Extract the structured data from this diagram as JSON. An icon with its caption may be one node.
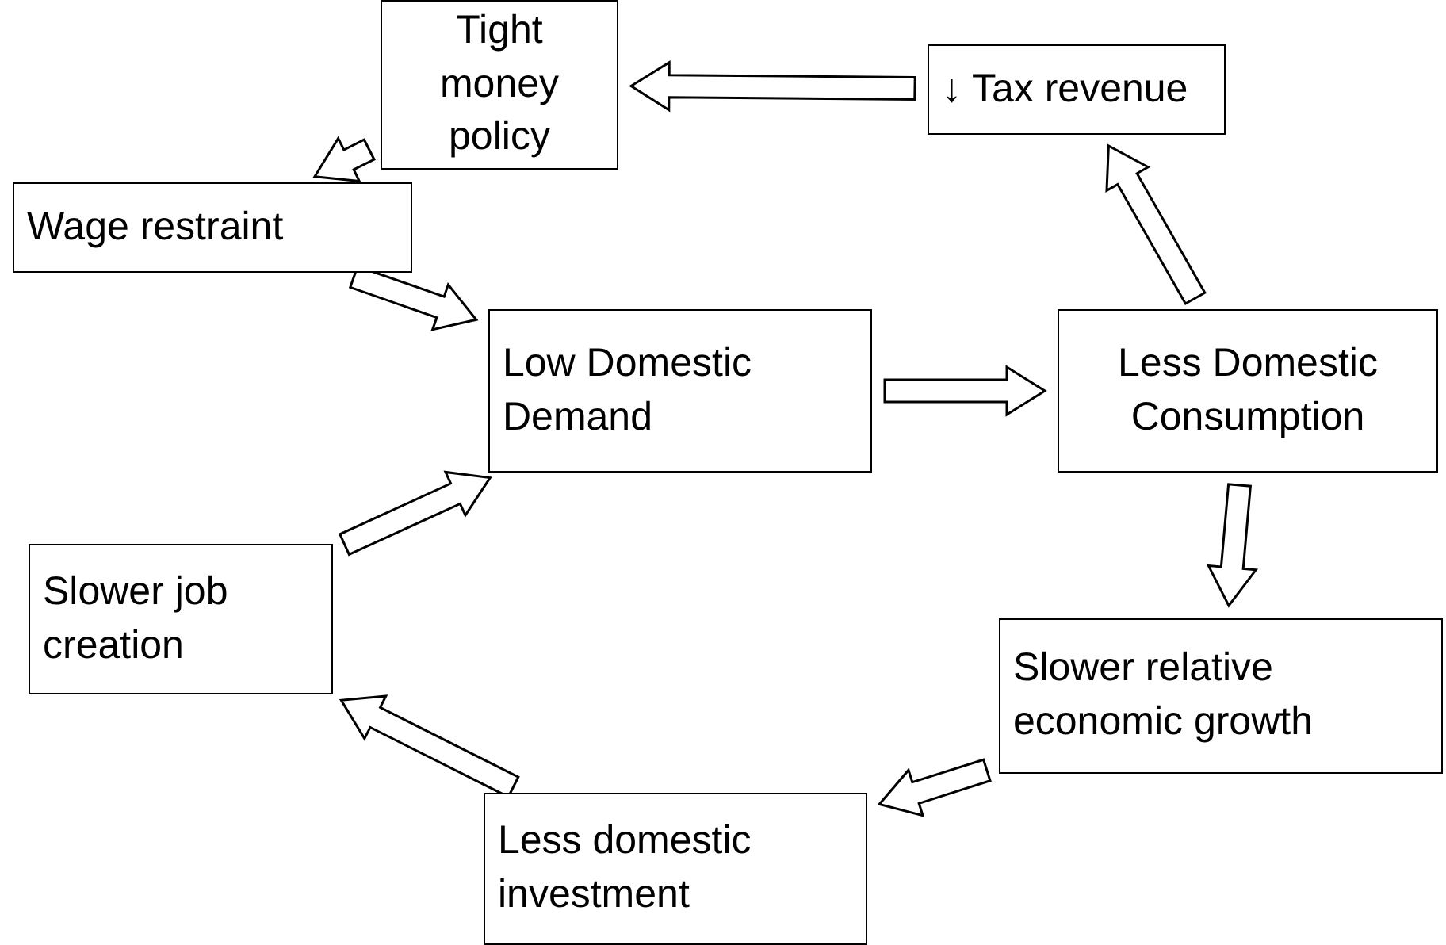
{
  "diagram": {
    "nodes": [
      {
        "text": [
          "Tight money policy"
        ]
      },
      {
        "text": [
          "↓ Tax revenue"
        ]
      },
      {
        "text": [
          "Wage restraint"
        ]
      },
      {
        "text": [
          "Low Domestic Demand"
        ]
      },
      {
        "text": [
          "Less Domestic Consumption"
        ]
      },
      {
        "text": [
          "Slower job creation"
        ]
      },
      {
        "text": [
          "Slower relative economic growth"
        ]
      },
      {
        "text": [
          "Less domestic investment"
        ]
      }
    ],
    "edges": [
      {
        "from": 1,
        "to": 0,
        "arrow": "to"
      },
      {
        "from": 0,
        "to": 2,
        "arrow": "to"
      },
      {
        "from": 2,
        "to": 3,
        "arrow": "to"
      },
      {
        "from": 5,
        "to": 3,
        "arrow": "to"
      },
      {
        "from": 3,
        "to": 4,
        "arrow": "to"
      },
      {
        "from": 4,
        "to": 1,
        "arrow": "to"
      },
      {
        "from": 4,
        "to": 6,
        "arrow": "to"
      },
      {
        "from": 6,
        "to": 7,
        "arrow": "to"
      },
      {
        "from": 7,
        "to": 5,
        "arrow": "to"
      }
    ]
  }
}
